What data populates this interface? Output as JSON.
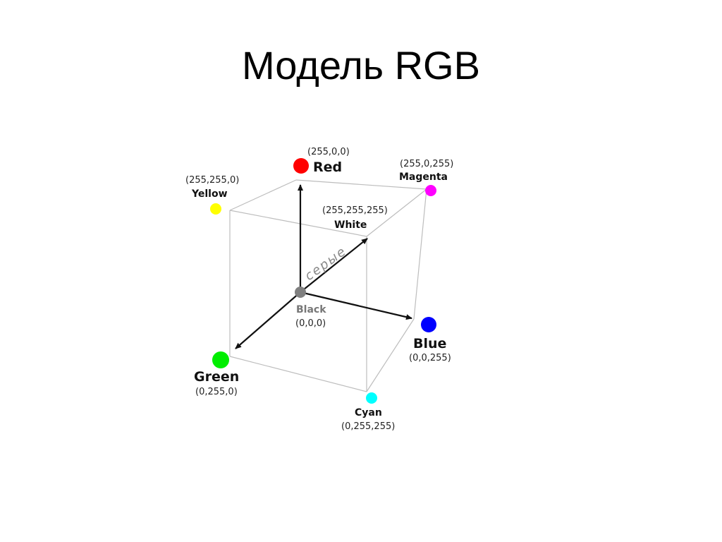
{
  "title": "Модель RGB",
  "diagram": {
    "diagonal_label": "серые",
    "vertices": {
      "red": {
        "name": "Red",
        "code": "(255,0,0)",
        "color": "#ff0000"
      },
      "magenta": {
        "name": "Magenta",
        "code": "(255,0,255)",
        "color": "#ff00ff"
      },
      "yellow": {
        "name": "Yellow",
        "code": "(255,255,0)",
        "color": "#ffff00"
      },
      "white": {
        "name": "White",
        "code": "(255,255,255)",
        "color": "#ffffff"
      },
      "black": {
        "name": "Black",
        "code": "(0,0,0)",
        "color": "#808080"
      },
      "blue": {
        "name": "Blue",
        "code": "(0,0,255)",
        "color": "#0000ff"
      },
      "green": {
        "name": "Green",
        "code": "(0,255,0)",
        "color": "#00ee00"
      },
      "cyan": {
        "name": "Cyan",
        "code": "(0,255,255)",
        "color": "#00ffff"
      }
    }
  }
}
